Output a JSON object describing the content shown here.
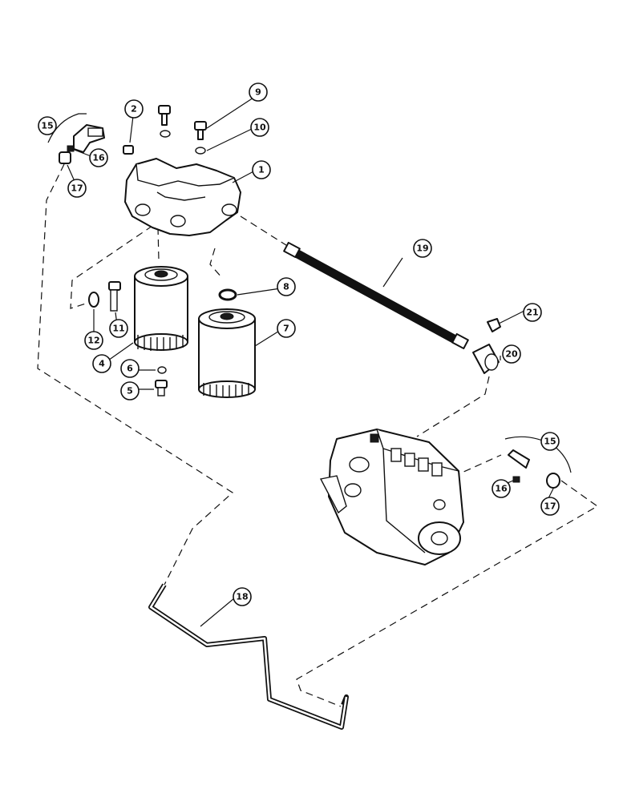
{
  "callouts": [
    {
      "id": "c1",
      "label": "1"
    },
    {
      "id": "c2",
      "label": "2"
    },
    {
      "id": "c4",
      "label": "4"
    },
    {
      "id": "c5",
      "label": "5"
    },
    {
      "id": "c6",
      "label": "6"
    },
    {
      "id": "c7",
      "label": "7"
    },
    {
      "id": "c8",
      "label": "8"
    },
    {
      "id": "c9",
      "label": "9"
    },
    {
      "id": "c10",
      "label": "10"
    },
    {
      "id": "c11",
      "label": "11"
    },
    {
      "id": "c12",
      "label": "12"
    },
    {
      "id": "c15a",
      "label": "15"
    },
    {
      "id": "c16a",
      "label": "16"
    },
    {
      "id": "c17a",
      "label": "17"
    },
    {
      "id": "c18",
      "label": "18"
    },
    {
      "id": "c19",
      "label": "19"
    },
    {
      "id": "c20",
      "label": "20"
    },
    {
      "id": "c21",
      "label": "21"
    },
    {
      "id": "c15b",
      "label": "15"
    },
    {
      "id": "c16b",
      "label": "16"
    },
    {
      "id": "c17b",
      "label": "17"
    }
  ]
}
